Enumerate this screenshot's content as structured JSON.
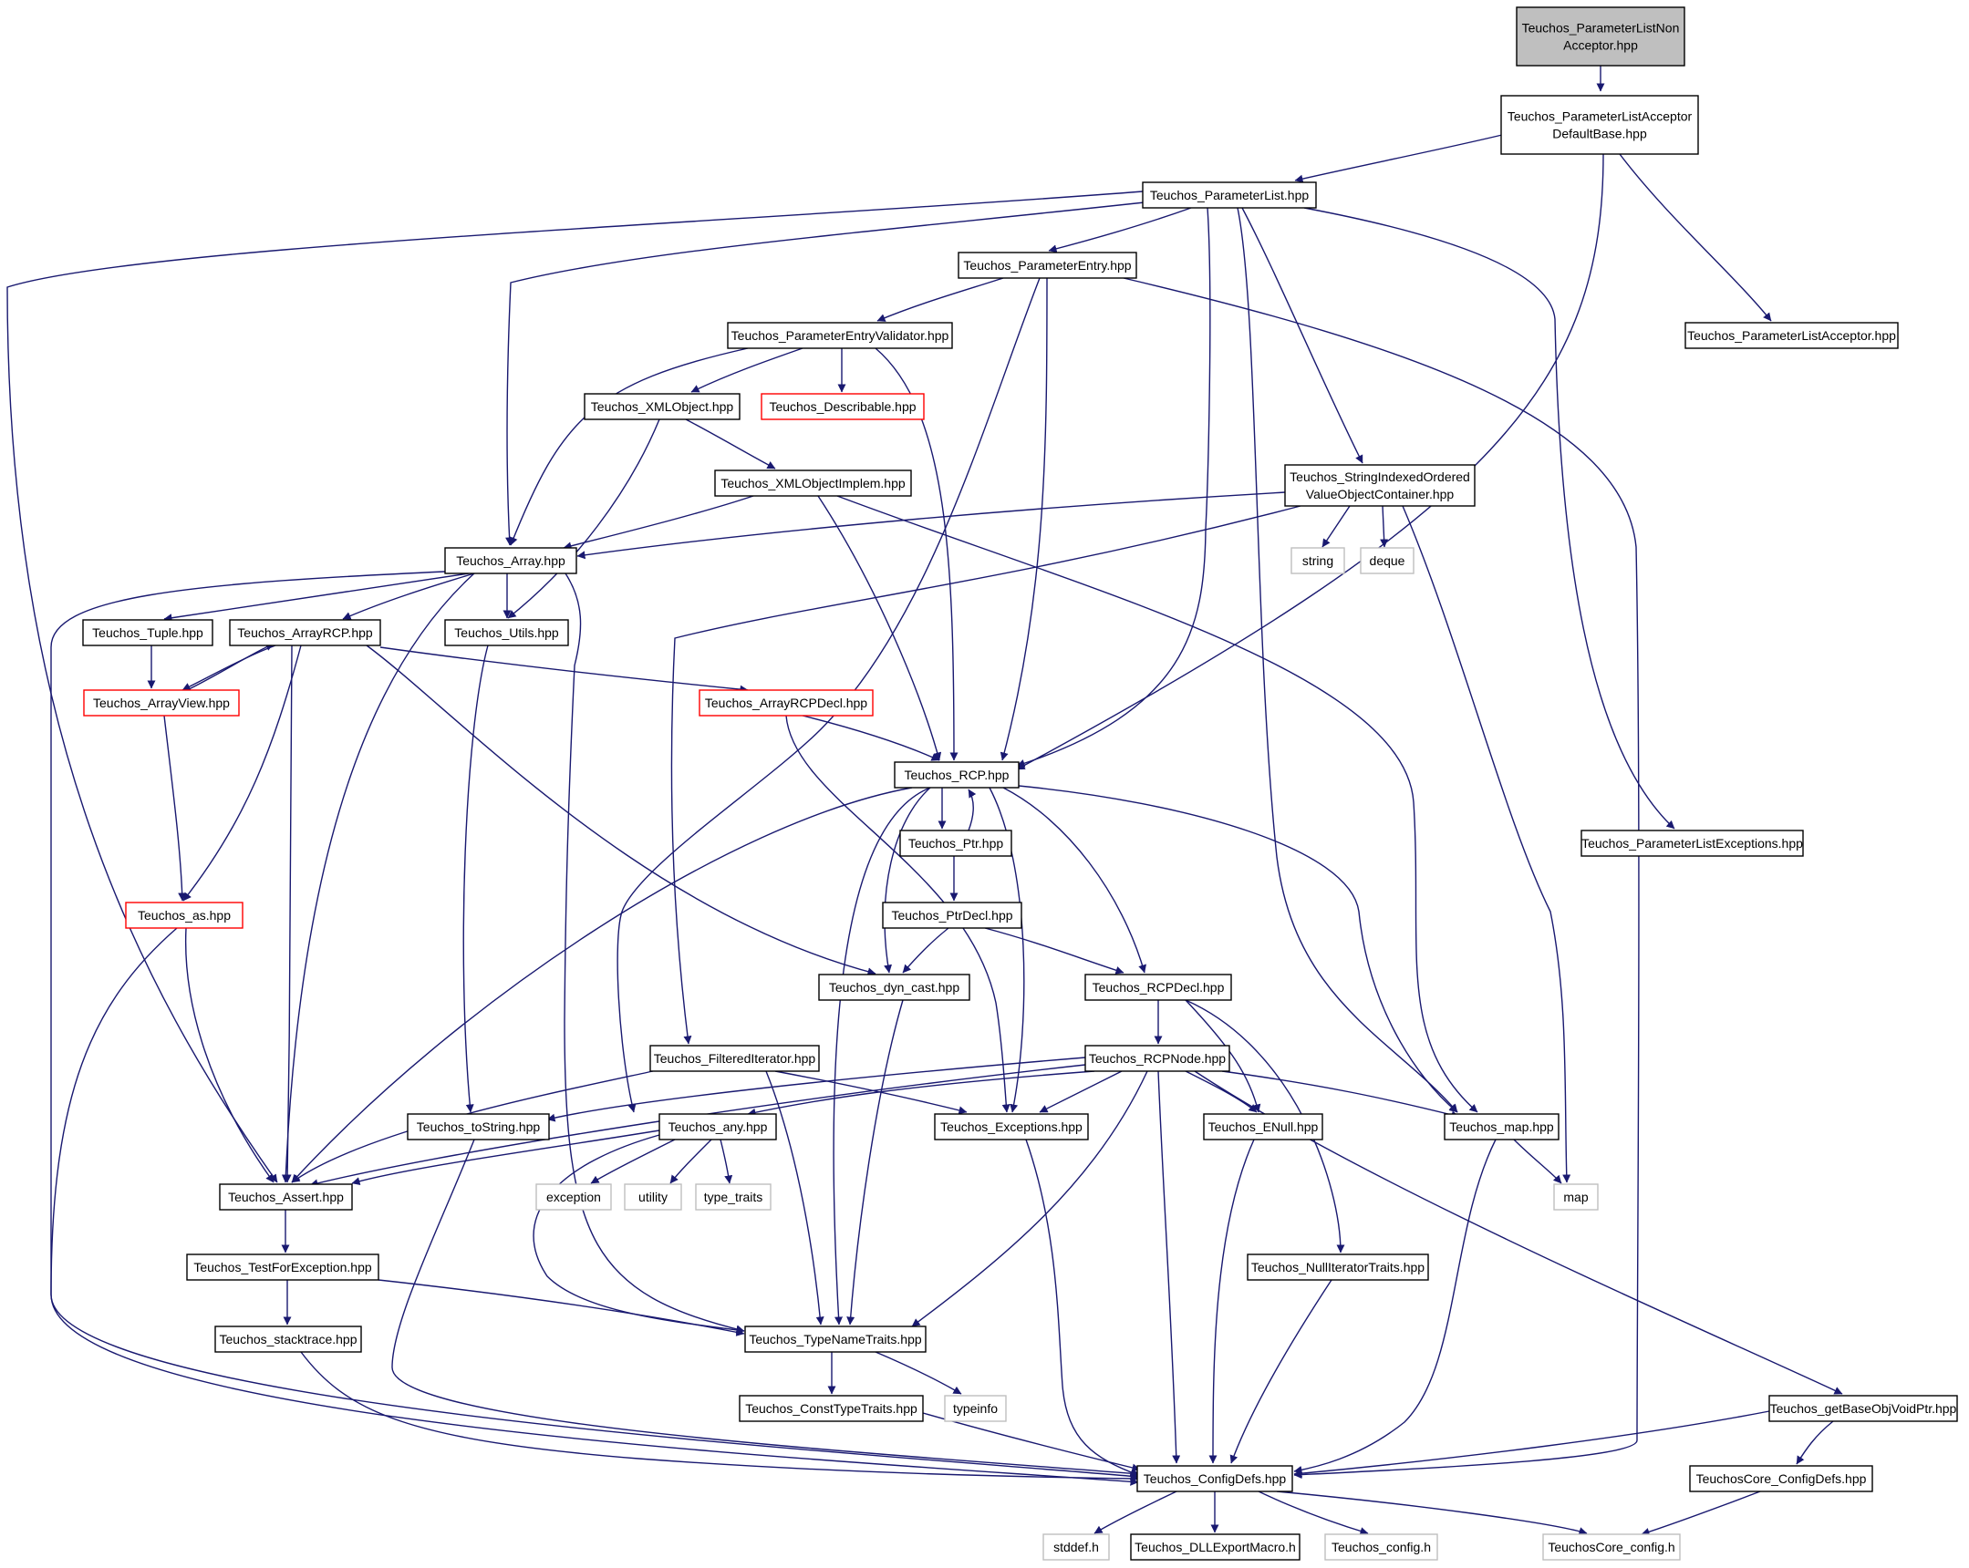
{
  "colors": {
    "edge": "#191970",
    "root_fill": "#bfbfbf",
    "box_border": "#000000",
    "red_border": "#ff0000",
    "gray_border": "#bfbfbf"
  },
  "nodes": [
    {
      "id": "root",
      "lines": [
        "Teuchos_ParameterListNon",
        "Acceptor.hpp"
      ],
      "style": "root"
    },
    {
      "id": "pladb",
      "lines": [
        "Teuchos_ParameterListAcceptor",
        "DefaultBase.hpp"
      ],
      "style": "black"
    },
    {
      "id": "pl",
      "lines": [
        "Teuchos_ParameterList.hpp"
      ],
      "style": "black"
    },
    {
      "id": "pe",
      "lines": [
        "Teuchos_ParameterEntry.hpp"
      ],
      "style": "black"
    },
    {
      "id": "pla",
      "lines": [
        "Teuchos_ParameterListAcceptor.hpp"
      ],
      "style": "black"
    },
    {
      "id": "pev",
      "lines": [
        "Teuchos_ParameterEntryValidator.hpp"
      ],
      "style": "black"
    },
    {
      "id": "xmlo",
      "lines": [
        "Teuchos_XMLObject.hpp"
      ],
      "style": "black"
    },
    {
      "id": "desc",
      "lines": [
        "Teuchos_Describable.hpp"
      ],
      "style": "red"
    },
    {
      "id": "xmloi",
      "lines": [
        "Teuchos_XMLObjectImplem.hpp"
      ],
      "style": "black"
    },
    {
      "id": "sio",
      "lines": [
        "Teuchos_StringIndexedOrdered",
        "ValueObjectContainer.hpp"
      ],
      "style": "black"
    },
    {
      "id": "string",
      "lines": [
        "string"
      ],
      "style": "gray"
    },
    {
      "id": "deque",
      "lines": [
        "deque"
      ],
      "style": "gray"
    },
    {
      "id": "array",
      "lines": [
        "Teuchos_Array.hpp"
      ],
      "style": "black"
    },
    {
      "id": "tuple",
      "lines": [
        "Teuchos_Tuple.hpp"
      ],
      "style": "black"
    },
    {
      "id": "arcp",
      "lines": [
        "Teuchos_ArrayRCP.hpp"
      ],
      "style": "black"
    },
    {
      "id": "utils",
      "lines": [
        "Teuchos_Utils.hpp"
      ],
      "style": "black"
    },
    {
      "id": "av",
      "lines": [
        "Teuchos_ArrayView.hpp"
      ],
      "style": "red"
    },
    {
      "id": "arcpd",
      "lines": [
        "Teuchos_ArrayRCPDecl.hpp"
      ],
      "style": "red"
    },
    {
      "id": "rcp",
      "lines": [
        "Teuchos_RCP.hpp"
      ],
      "style": "black"
    },
    {
      "id": "ptr",
      "lines": [
        "Teuchos_Ptr.hpp"
      ],
      "style": "black"
    },
    {
      "id": "ple",
      "lines": [
        "Teuchos_ParameterListExceptions.hpp"
      ],
      "style": "black"
    },
    {
      "id": "ptrd",
      "lines": [
        "Teuchos_PtrDecl.hpp"
      ],
      "style": "black"
    },
    {
      "id": "as",
      "lines": [
        "Teuchos_as.hpp"
      ],
      "style": "red"
    },
    {
      "id": "dyn",
      "lines": [
        "Teuchos_dyn_cast.hpp"
      ],
      "style": "black"
    },
    {
      "id": "rcpd",
      "lines": [
        "Teuchos_RCPDecl.hpp"
      ],
      "style": "black"
    },
    {
      "id": "fi",
      "lines": [
        "Teuchos_FilteredIterator.hpp"
      ],
      "style": "black"
    },
    {
      "id": "rcpn",
      "lines": [
        "Teuchos_RCPNode.hpp"
      ],
      "style": "black"
    },
    {
      "id": "tostr",
      "lines": [
        "Teuchos_toString.hpp"
      ],
      "style": "black"
    },
    {
      "id": "any",
      "lines": [
        "Teuchos_any.hpp"
      ],
      "style": "black"
    },
    {
      "id": "exc",
      "lines": [
        "Teuchos_Exceptions.hpp"
      ],
      "style": "black"
    },
    {
      "id": "enull",
      "lines": [
        "Teuchos_ENull.hpp"
      ],
      "style": "black"
    },
    {
      "id": "tmap",
      "lines": [
        "Teuchos_map.hpp"
      ],
      "style": "black"
    },
    {
      "id": "assert",
      "lines": [
        "Teuchos_Assert.hpp"
      ],
      "style": "black"
    },
    {
      "id": "exception",
      "lines": [
        "exception"
      ],
      "style": "gray"
    },
    {
      "id": "utility",
      "lines": [
        "utility"
      ],
      "style": "gray"
    },
    {
      "id": "tt",
      "lines": [
        "type_traits"
      ],
      "style": "gray"
    },
    {
      "id": "map",
      "lines": [
        "map"
      ],
      "style": "gray"
    },
    {
      "id": "tfe",
      "lines": [
        "Teuchos_TestForException.hpp"
      ],
      "style": "black"
    },
    {
      "id": "nit",
      "lines": [
        "Teuchos_NullIteratorTraits.hpp"
      ],
      "style": "black"
    },
    {
      "id": "st",
      "lines": [
        "Teuchos_stacktrace.hpp"
      ],
      "style": "black"
    },
    {
      "id": "tnt",
      "lines": [
        "Teuchos_TypeNameTraits.hpp"
      ],
      "style": "black"
    },
    {
      "id": "ctt",
      "lines": [
        "Teuchos_ConstTypeTraits.hpp"
      ],
      "style": "black"
    },
    {
      "id": "typeinfo",
      "lines": [
        "typeinfo"
      ],
      "style": "gray"
    },
    {
      "id": "gbo",
      "lines": [
        "Teuchos_getBaseObjVoidPtr.hpp"
      ],
      "style": "black"
    },
    {
      "id": "cfg",
      "lines": [
        "Teuchos_ConfigDefs.hpp"
      ],
      "style": "black"
    },
    {
      "id": "tccd",
      "lines": [
        "TeuchosCore_ConfigDefs.hpp"
      ],
      "style": "black"
    },
    {
      "id": "stddef",
      "lines": [
        "stddef.h"
      ],
      "style": "gray"
    },
    {
      "id": "dll",
      "lines": [
        "Teuchos_DLLExportMacro.h"
      ],
      "style": "black"
    },
    {
      "id": "tconf",
      "lines": [
        "Teuchos_config.h"
      ],
      "style": "gray"
    },
    {
      "id": "tcconf",
      "lines": [
        "TeuchosCore_config.h"
      ],
      "style": "gray"
    }
  ]
}
